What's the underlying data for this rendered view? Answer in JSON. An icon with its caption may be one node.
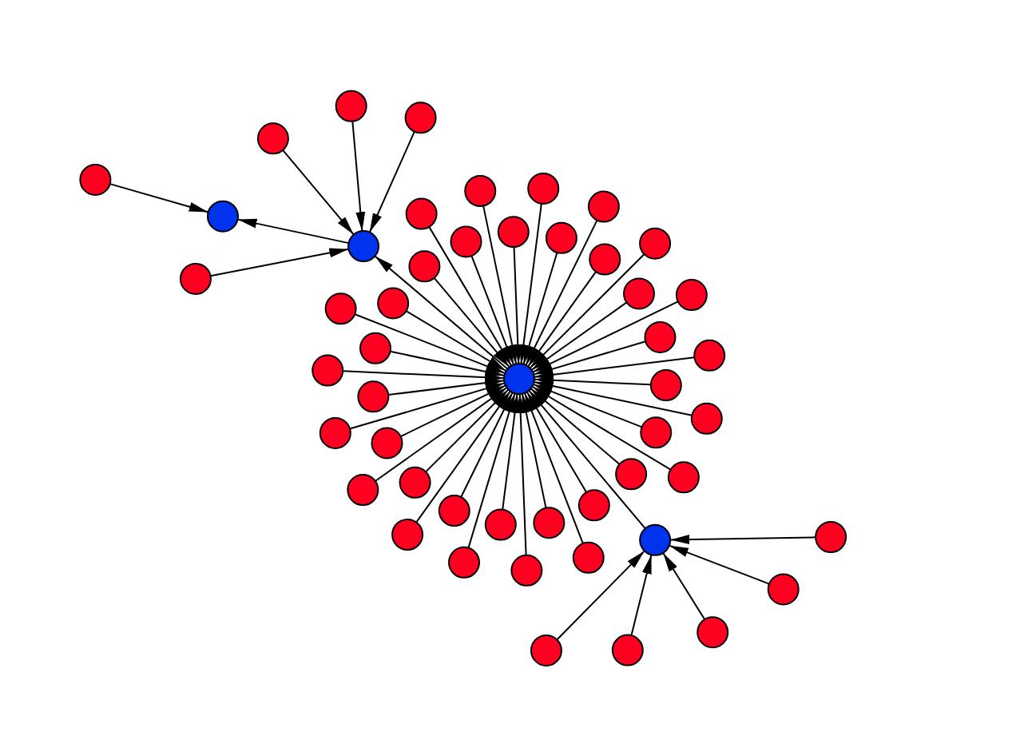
{
  "diagram": {
    "nodes": [
      {
        "text": [],
        "shape": "circle"
      },
      {
        "text": [],
        "shape": "circle"
      },
      {
        "text": [],
        "shape": "circle"
      },
      {
        "text": [],
        "shape": "circle"
      },
      {
        "text": [],
        "shape": "circle"
      },
      {
        "text": [],
        "shape": "circle"
      },
      {
        "text": [],
        "shape": "circle"
      },
      {
        "text": [],
        "shape": "circle"
      },
      {
        "text": [],
        "shape": "circle"
      },
      {
        "text": [],
        "shape": "circle"
      },
      {
        "text": [],
        "shape": "circle"
      },
      {
        "text": [],
        "shape": "circle"
      },
      {
        "text": [],
        "shape": "circle"
      },
      {
        "text": [],
        "shape": "circle"
      },
      {
        "text": [],
        "shape": "circle"
      },
      {
        "text": [],
        "shape": "circle"
      },
      {
        "text": [],
        "shape": "circle"
      },
      {
        "text": [],
        "shape": "circle"
      },
      {
        "text": [],
        "shape": "circle"
      },
      {
        "text": [],
        "shape": "circle"
      },
      {
        "text": [],
        "shape": "circle"
      },
      {
        "text": [],
        "shape": "circle"
      },
      {
        "text": [],
        "shape": "circle"
      },
      {
        "text": [],
        "shape": "circle"
      },
      {
        "text": [],
        "shape": "circle"
      },
      {
        "text": [],
        "shape": "circle"
      },
      {
        "text": [],
        "shape": "circle"
      },
      {
        "text": [],
        "shape": "circle"
      },
      {
        "text": [],
        "shape": "circle"
      },
      {
        "text": [],
        "shape": "circle"
      },
      {
        "text": [],
        "shape": "circle"
      },
      {
        "text": [],
        "shape": "circle"
      },
      {
        "text": [],
        "shape": "circle"
      },
      {
        "text": [],
        "shape": "circle"
      },
      {
        "text": [],
        "shape": "circle"
      },
      {
        "text": [],
        "shape": "circle"
      },
      {
        "text": [],
        "shape": "circle"
      },
      {
        "text": [],
        "shape": "circle"
      },
      {
        "text": [],
        "shape": "circle"
      },
      {
        "text": [],
        "shape": "circle"
      },
      {
        "text": [],
        "shape": "circle"
      },
      {
        "text": [],
        "shape": "circle"
      },
      {
        "text": [],
        "shape": "circle"
      },
      {
        "text": [],
        "shape": "circle"
      },
      {
        "text": [],
        "shape": "circle"
      },
      {
        "text": [],
        "shape": "circle"
      },
      {
        "text": [],
        "shape": "circle"
      },
      {
        "text": [],
        "shape": "circle"
      },
      {
        "text": [],
        "shape": "circle"
      },
      {
        "text": [],
        "shape": "circle"
      }
    ],
    "edges": [
      {
        "from": 0,
        "to": 8,
        "arrow": "to"
      },
      {
        "from": 1,
        "to": 8,
        "arrow": "to"
      },
      {
        "from": 2,
        "to": 8,
        "arrow": "to"
      },
      {
        "from": 3,
        "to": 4,
        "arrow": "to"
      },
      {
        "from": 8,
        "to": 4,
        "arrow": "to"
      },
      {
        "from": 13,
        "to": 8,
        "arrow": "to"
      },
      {
        "from": 25,
        "to": 8,
        "arrow": "to"
      },
      {
        "from": 5,
        "to": 25,
        "arrow": "to"
      },
      {
        "from": 6,
        "to": 25,
        "arrow": "to"
      },
      {
        "from": 7,
        "to": 25,
        "arrow": "to"
      },
      {
        "from": 9,
        "to": 25,
        "arrow": "to"
      },
      {
        "from": 10,
        "to": 25,
        "arrow": "to"
      },
      {
        "from": 11,
        "to": 25,
        "arrow": "to"
      },
      {
        "from": 12,
        "to": 25,
        "arrow": "to"
      },
      {
        "from": 14,
        "to": 25,
        "arrow": "to"
      },
      {
        "from": 15,
        "to": 25,
        "arrow": "to"
      },
      {
        "from": 16,
        "to": 25,
        "arrow": "to"
      },
      {
        "from": 17,
        "to": 25,
        "arrow": "to"
      },
      {
        "from": 18,
        "to": 25,
        "arrow": "to"
      },
      {
        "from": 19,
        "to": 25,
        "arrow": "to"
      },
      {
        "from": 20,
        "to": 25,
        "arrow": "to"
      },
      {
        "from": 21,
        "to": 25,
        "arrow": "to"
      },
      {
        "from": 22,
        "to": 25,
        "arrow": "to"
      },
      {
        "from": 23,
        "to": 25,
        "arrow": "to"
      },
      {
        "from": 24,
        "to": 25,
        "arrow": "to"
      },
      {
        "from": 26,
        "to": 25,
        "arrow": "to"
      },
      {
        "from": 27,
        "to": 25,
        "arrow": "to"
      },
      {
        "from": 28,
        "to": 25,
        "arrow": "to"
      },
      {
        "from": 29,
        "to": 25,
        "arrow": "to"
      },
      {
        "from": 30,
        "to": 25,
        "arrow": "to"
      },
      {
        "from": 31,
        "to": 25,
        "arrow": "to"
      },
      {
        "from": 32,
        "to": 25,
        "arrow": "to"
      },
      {
        "from": 33,
        "to": 25,
        "arrow": "to"
      },
      {
        "from": 34,
        "to": 25,
        "arrow": "to"
      },
      {
        "from": 35,
        "to": 25,
        "arrow": "to"
      },
      {
        "from": 36,
        "to": 25,
        "arrow": "to"
      },
      {
        "from": 37,
        "to": 25,
        "arrow": "to"
      },
      {
        "from": 38,
        "to": 25,
        "arrow": "to"
      },
      {
        "from": 39,
        "to": 25,
        "arrow": "to"
      },
      {
        "from": 40,
        "to": 25,
        "arrow": "to"
      },
      {
        "from": 41,
        "to": 25,
        "arrow": "to"
      },
      {
        "from": 42,
        "to": 25,
        "arrow": "to"
      },
      {
        "from": 43,
        "to": 25,
        "arrow": "to"
      },
      {
        "from": 45,
        "to": 25,
        "arrow": "to"
      },
      {
        "from": 44,
        "to": 45,
        "arrow": "to"
      },
      {
        "from": 46,
        "to": 45,
        "arrow": "to"
      },
      {
        "from": 47,
        "to": 45,
        "arrow": "to"
      },
      {
        "from": 48,
        "to": 45,
        "arrow": "to"
      },
      {
        "from": 49,
        "to": 45,
        "arrow": "to"
      }
    ]
  }
}
